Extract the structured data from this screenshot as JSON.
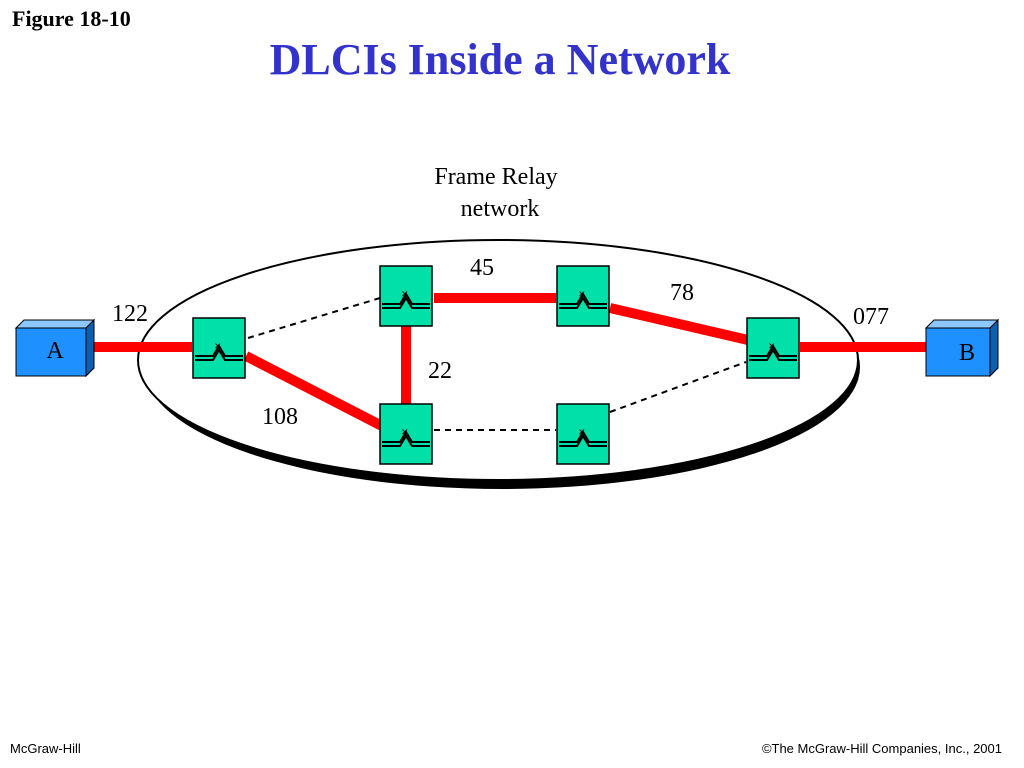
{
  "figure_label": "Figure 18-10",
  "title": "DLCIs Inside a Network",
  "network_label_line1": "Frame Relay",
  "network_label_line2": "network",
  "endpoint_a": "A",
  "endpoint_b": "B",
  "dlci_labels": {
    "a_side": "122",
    "to_lower_switch": "108",
    "vertical": "22",
    "top_link": "45",
    "to_right_switch": "78",
    "b_side": "077"
  },
  "colors": {
    "path": "#ff0000",
    "switch": "#00e0a8",
    "endpoint": "#1e90ff",
    "title": "#3333cc"
  },
  "footer_left": "McGraw-Hill",
  "footer_right": "©The McGraw-Hill Companies, Inc., 2001"
}
